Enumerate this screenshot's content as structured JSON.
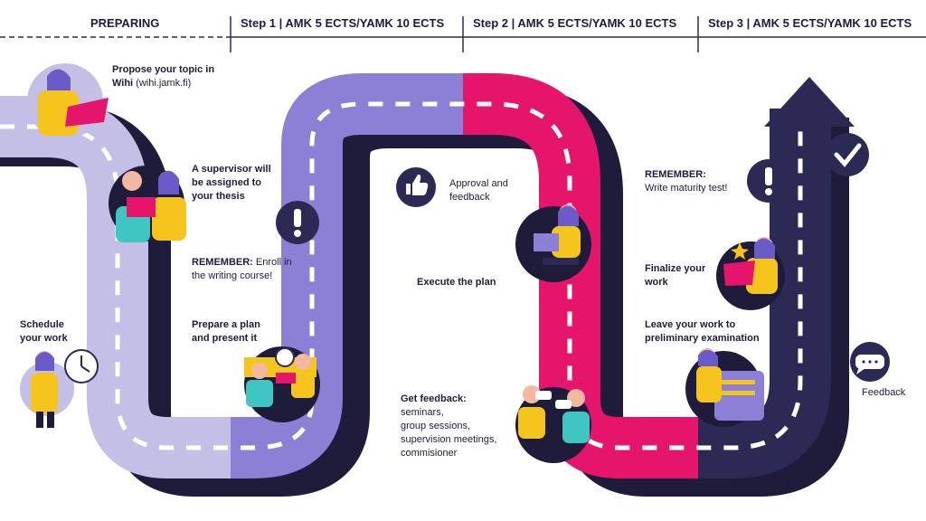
{
  "header": {
    "preparing": "PREPARING",
    "step1": "Step 1 | AMK 5 ECTS/YAMK 10 ECTS",
    "step2": "Step 2 | AMK 5 ECTS/YAMK 10 ECTS",
    "step3": "Step 3 | AMK 5 ECTS/YAMK 10 ECTS"
  },
  "preparing": {
    "propose_bold": "Propose your topic in",
    "propose_bold2": "Wihi",
    "propose_rest": " (wihi.jamk.fi)",
    "supervisor": [
      "A supervisor will",
      "be assigned to",
      "your thesis"
    ],
    "schedule": [
      "Schedule",
      "your work"
    ]
  },
  "step1": {
    "remember_bold": "REMEMBER:",
    "remember_rest": " Enroll in",
    "remember_line2": "the writing course!",
    "prepare": [
      "Prepare  a plan",
      "and present it"
    ]
  },
  "step2": {
    "approval": [
      "Approval and",
      "feedback"
    ],
    "execute": "Execute the plan",
    "get_feedback": "Get feedback:",
    "feedback_items": [
      "seminars,",
      "group sessions,",
      "supervision meetings,",
      "commisioner"
    ]
  },
  "step3": {
    "remember": "REMEMBER:",
    "maturity": "Write maturity test!",
    "finalize": [
      "Finalize your",
      "work"
    ],
    "leave": [
      "Leave your work to",
      "preliminary examination"
    ],
    "feedback": "Feedback"
  },
  "colors": {
    "lavender": "#c3bfe6",
    "purple": "#8c80d6",
    "magenta": "#e4156b",
    "navy": "#2b2a55",
    "yellow": "#f6c51d",
    "teal": "#3fc6c2"
  },
  "icons": [
    "exclamation-icon",
    "thumbs-up-icon",
    "check-icon",
    "clock-icon",
    "speech-bubble-icon",
    "up-arrow-icon"
  ]
}
